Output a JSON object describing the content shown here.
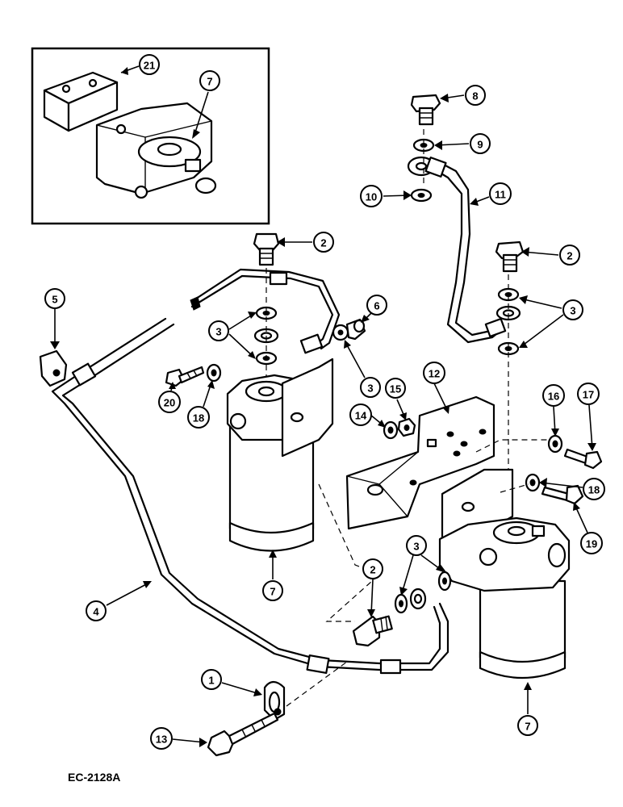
{
  "drawing_code": "EC-2128A",
  "callouts": {
    "c21": "21",
    "c7a": "7",
    "c8": "8",
    "c9": "9",
    "c10": "10",
    "c11": "11",
    "c2a": "2",
    "c2b": "2",
    "c2c": "2",
    "c5": "5",
    "c6": "6",
    "c3a": "3",
    "c3b": "3",
    "c3c": "3",
    "c3d": "3",
    "c20": "20",
    "c18a": "18",
    "c18b": "18",
    "c14": "14",
    "c15": "15",
    "c12": "12",
    "c16": "16",
    "c17": "17",
    "c19": "19",
    "c7b": "7",
    "c7c": "7",
    "c4": "4",
    "c1": "1",
    "c13": "13"
  }
}
